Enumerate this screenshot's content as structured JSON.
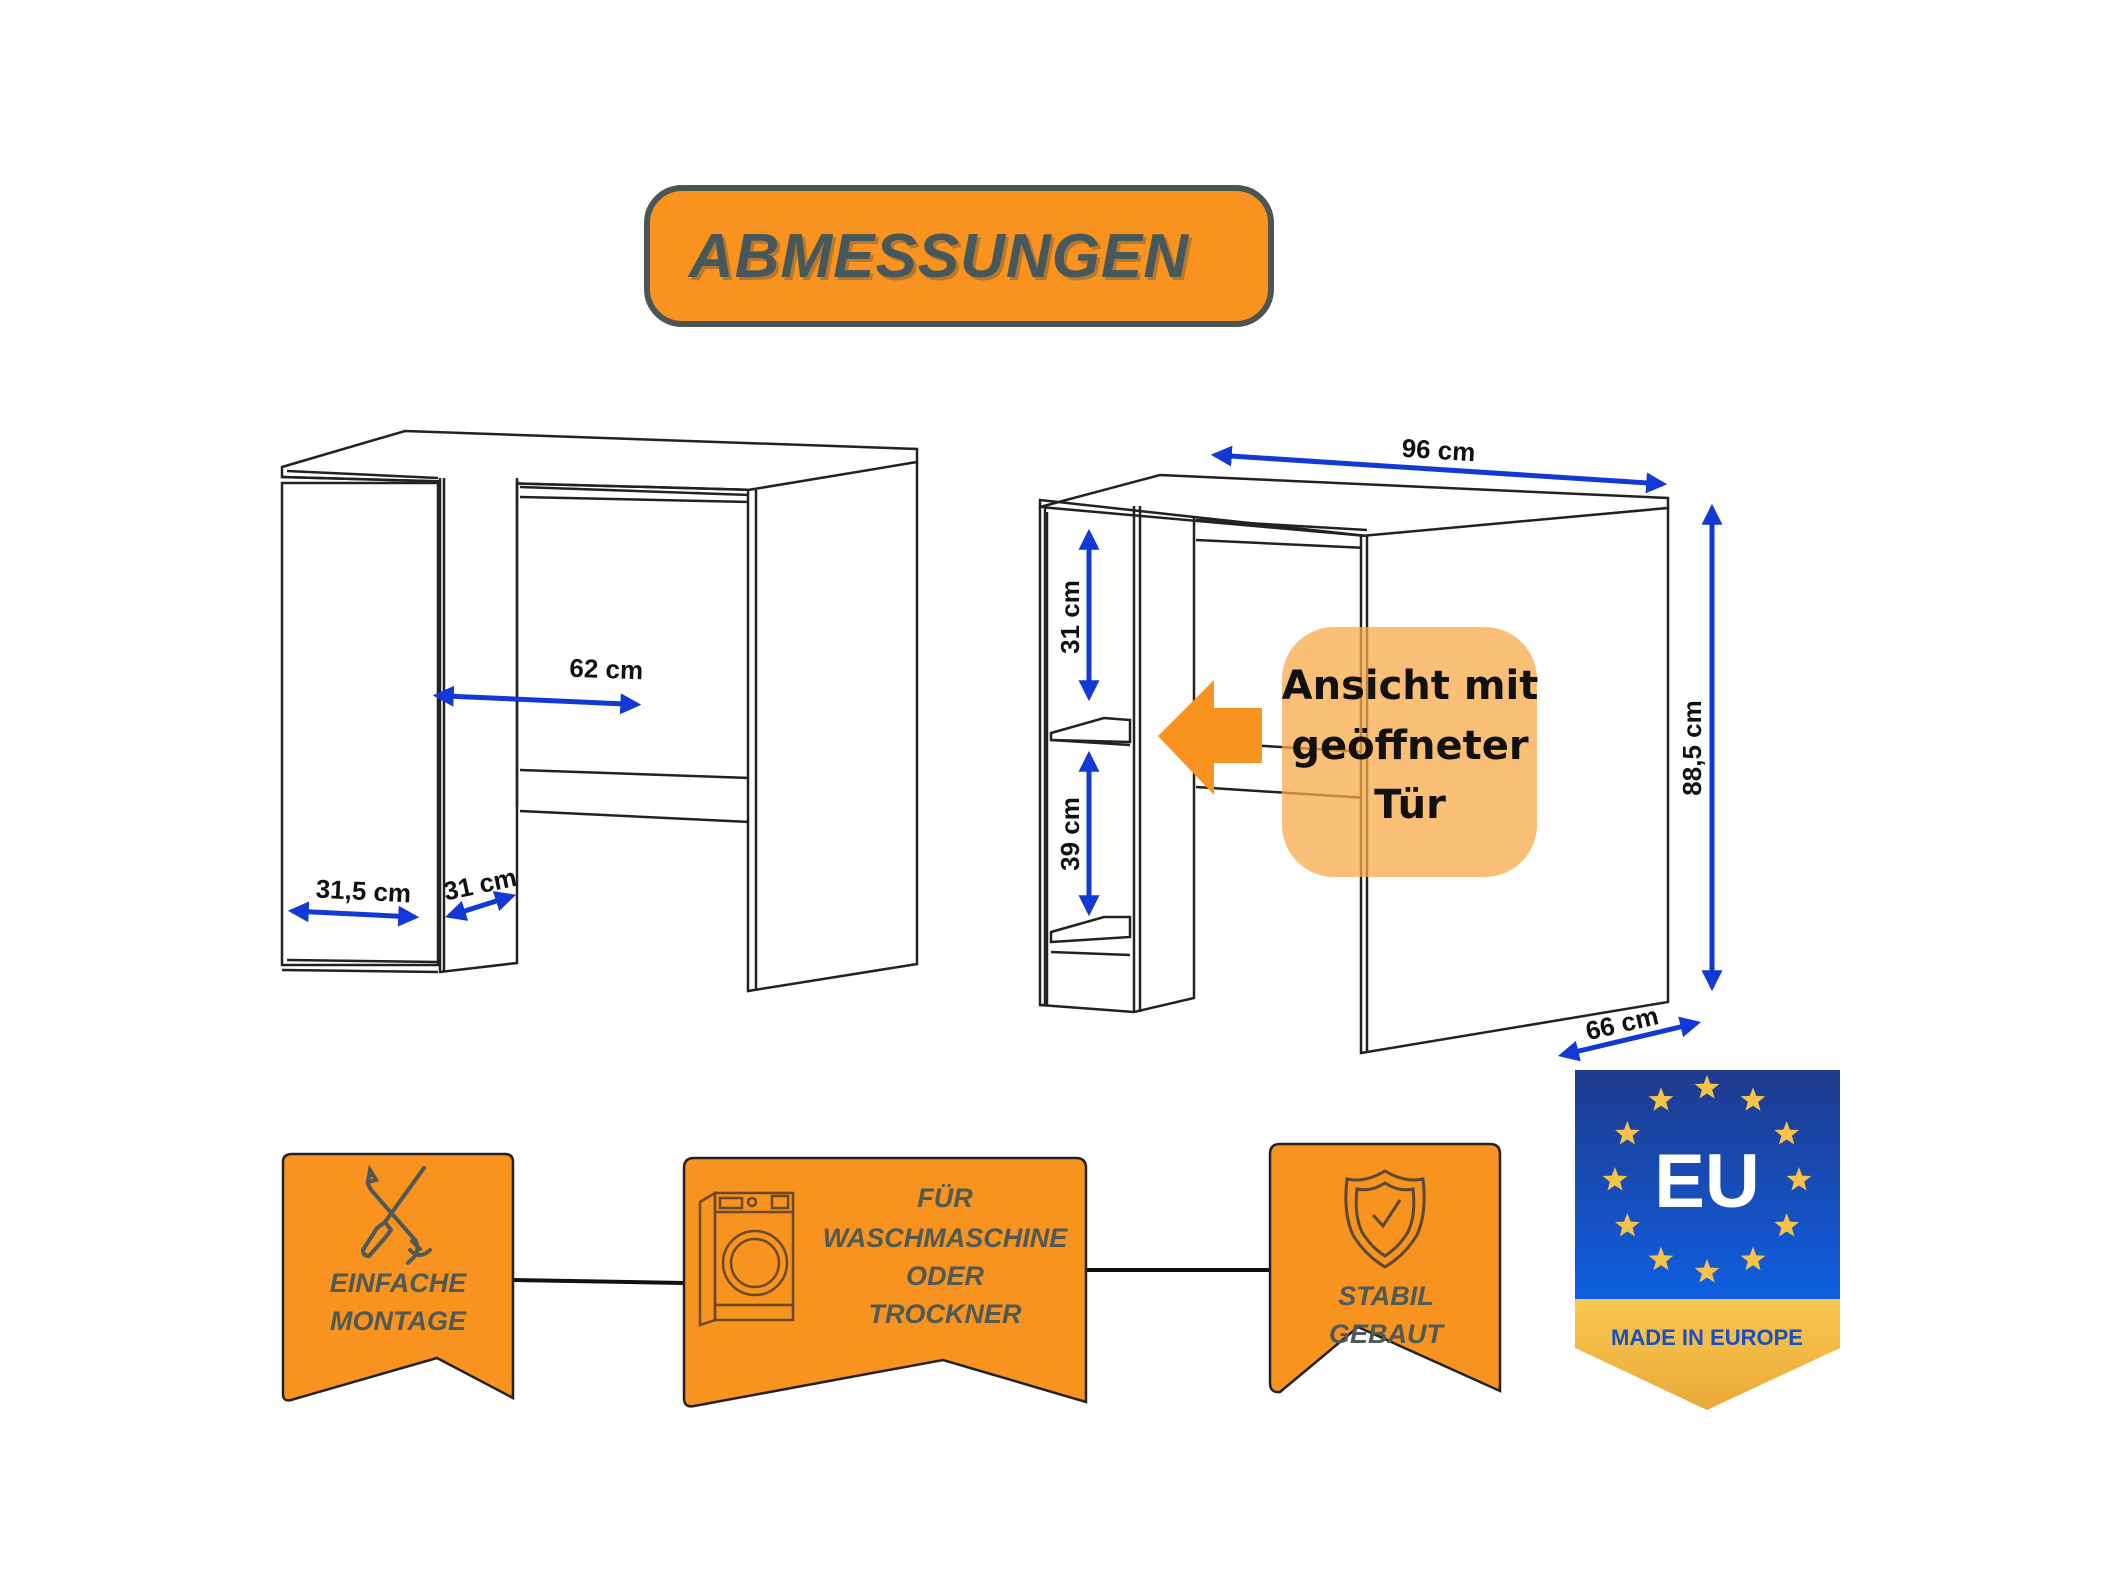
{
  "title": "ABMESSUNGEN",
  "colors": {
    "accent_orange": "#f7931e",
    "dimension_blue": "#1238d6",
    "title_text": "#46585c",
    "eu_blue": "#1650c8",
    "eu_gold": "#f6c24a"
  },
  "left_desk": {
    "view": "closed-door",
    "dimensions": {
      "knee_space_width": "62 cm",
      "door_width": "31,5 cm",
      "side_panel_depth": "31 cm"
    }
  },
  "right_desk": {
    "view": "open-door",
    "dimensions": {
      "total_width": "96 cm",
      "total_height": "88,5 cm",
      "depth": "66 cm",
      "upper_shelf_height": "31 cm",
      "lower_shelf_height": "39 cm"
    },
    "callout": {
      "lines": [
        "Ansicht mit",
        "geöffneter",
        "Tür"
      ],
      "icon": "arrow-left-icon"
    }
  },
  "features": [
    {
      "icon": "tools-icon",
      "lines": [
        "EINFACHE",
        "MONTAGE"
      ]
    },
    {
      "icon": "washing-machine-icon",
      "lines": [
        "FÜR",
        "WASCHMASCHINE",
        "ODER",
        "TROCKNER"
      ]
    },
    {
      "icon": "shield-check-icon",
      "lines": [
        "STABIL",
        "GEBAUT"
      ]
    }
  ],
  "eu_badge": {
    "label": "EU",
    "caption": "MADE IN EUROPE",
    "icon": "eu-stars-icon"
  }
}
